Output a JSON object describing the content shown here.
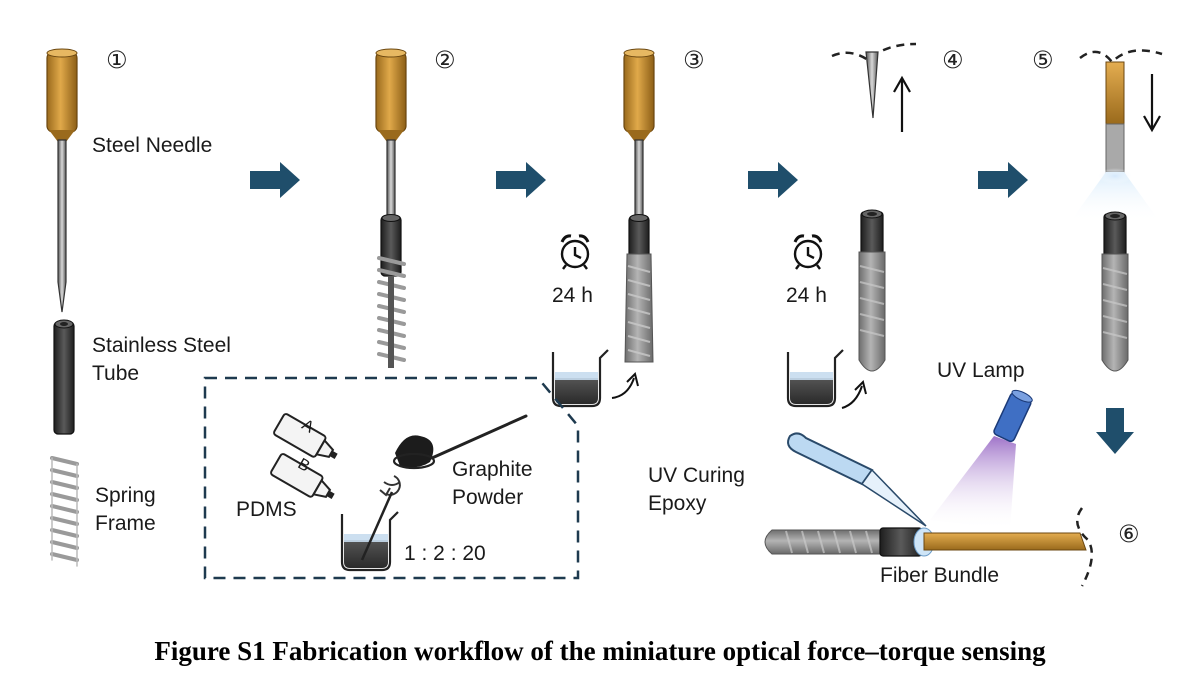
{
  "steps": [
    "①",
    "②",
    "③",
    "④",
    "⑤",
    "⑥"
  ],
  "labels": {
    "steel_needle": "Steel Needle",
    "steel_tube_line1": "Stainless Steel",
    "steel_tube_line2": "Tube",
    "spring_line1": "Spring",
    "spring_line2": "Frame",
    "time_3": "24 h",
    "time_4": "24 h",
    "graphite_line1": "Graphite",
    "graphite_line2": "Powder",
    "pdms": "PDMS",
    "ratio": "1 : 2 : 20",
    "bottle_a": "A",
    "bottle_b": "B",
    "uv_lamp": "UV Lamp",
    "uv_epoxy_line1": "UV Curing",
    "uv_epoxy_line2": "Epoxy",
    "fiber_bundle": "Fiber Bundle"
  },
  "caption": "Figure S1 Fabrication workflow of the miniature optical force–torque sensing",
  "colors": {
    "arrow": "#1f4e6b",
    "handle": "#c8902f",
    "tube": "#3a3a3a",
    "coating": "#8e8e8e",
    "uv_glow": "#bcd9f2",
    "uv_violet": "#a27bc8",
    "lamp": "#3f6fc4",
    "fiber": "#c8902f"
  }
}
